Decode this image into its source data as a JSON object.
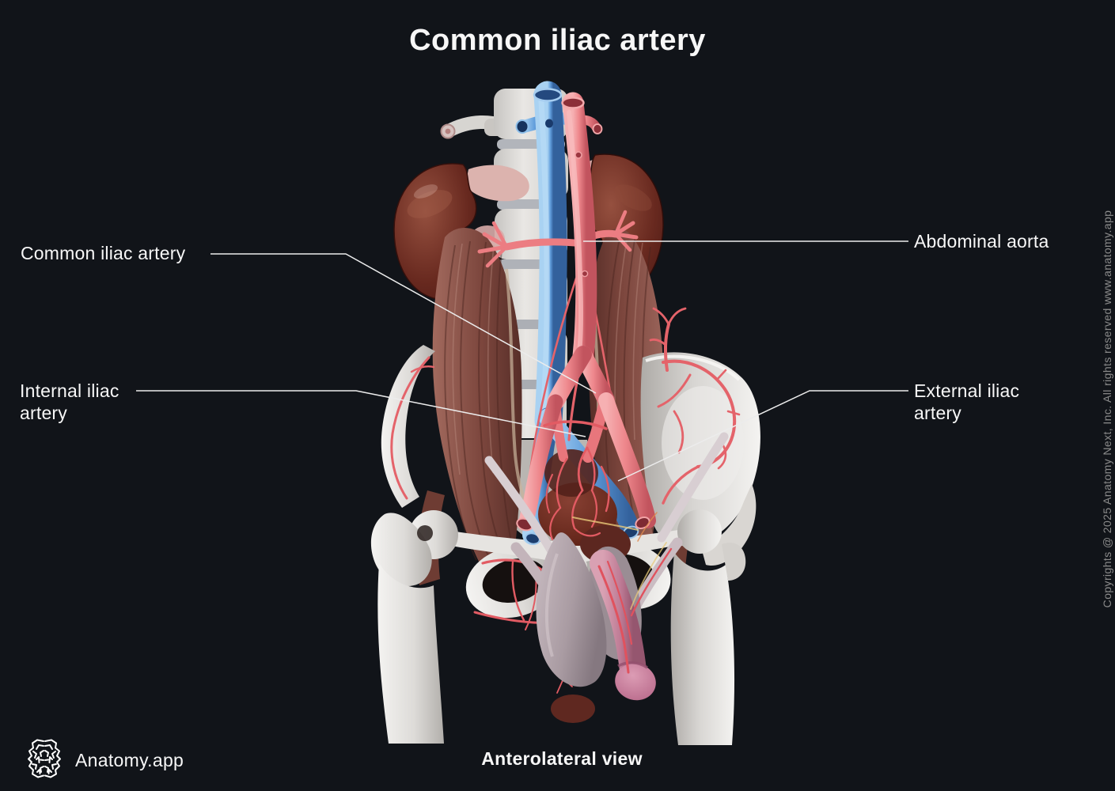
{
  "header": {
    "title": "Common iliac artery"
  },
  "annotations": {
    "left": [
      {
        "id": "common-iliac-artery",
        "text": "Common iliac artery"
      },
      {
        "id": "internal-iliac-artery",
        "text": "Internal iliac artery"
      }
    ],
    "right": [
      {
        "id": "abdominal-aorta",
        "text": "Abdominal aorta"
      },
      {
        "id": "external-iliac-artery",
        "text": "External iliac artery"
      }
    ]
  },
  "footer": {
    "brand": "Anatomy.app",
    "brand_icon": "brain-icon",
    "view_caption": "Anterolateral view"
  },
  "copyright": "Copyrights @ 2025 Anatomy Next, Inc. All rights reserved www.anatomy.app",
  "colors": {
    "background": "#111419",
    "text_primary": "#f7f7f7",
    "text_muted": "#8b8b8b",
    "leader_line": "#ececec",
    "artery_red": "#ee878c",
    "vein_blue": "#5f9cdb",
    "bone_white": "#e2e0dd",
    "muscle_brown": "#8a564e",
    "kidney_maroon": "#5e241e"
  }
}
